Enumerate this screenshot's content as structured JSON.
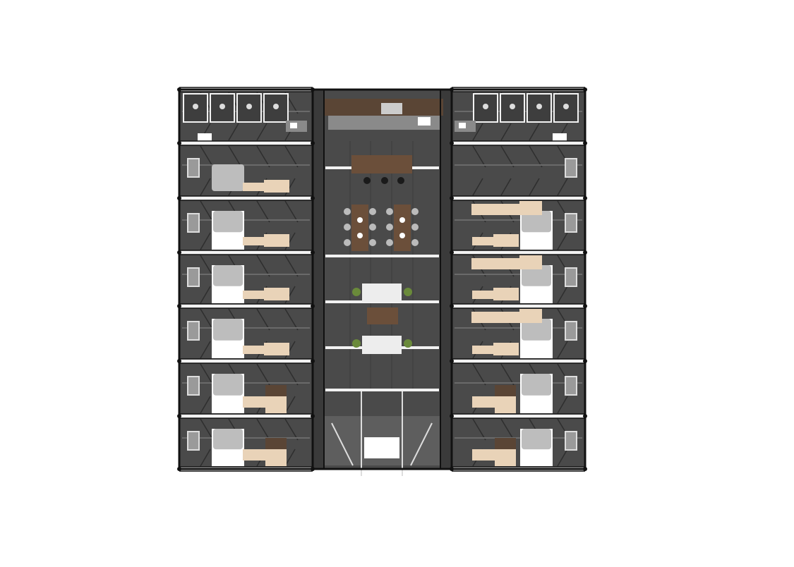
{
  "colors": {
    "background": "#ffffff",
    "floor": "#4a4a4a",
    "floor_light": "#5a5a5a",
    "wall": "#f2f2f2",
    "frame": "#111111",
    "bed_sheet": "#ffffff",
    "blanket": "#bdbdbd",
    "desk_wood": "#e9d3b8",
    "dark_wood": "#5a4535",
    "table_wood": "#6b4f3a",
    "sofa": "#ededed",
    "plant": "#6a8a3a",
    "kitchen_counter": "#8a8a8a"
  },
  "plan": {
    "left_wing_rooms": [
      {
        "type": "bathroom"
      },
      {
        "type": "bedroom",
        "variant": "desk-only"
      },
      {
        "type": "bedroom",
        "variant": "standard"
      },
      {
        "type": "bedroom",
        "variant": "standard"
      },
      {
        "type": "bedroom",
        "variant": "standard"
      },
      {
        "type": "bedroom",
        "variant": "desk-corner"
      },
      {
        "type": "bedroom",
        "variant": "desk-corner"
      }
    ],
    "center_zones": [
      {
        "type": "kitchen"
      },
      {
        "type": "dining-island"
      },
      {
        "type": "dining-tables"
      },
      {
        "type": "lounge"
      },
      {
        "type": "stair-entrance"
      }
    ],
    "right_wing_rooms": [
      {
        "type": "bathroom"
      },
      {
        "type": "bedroom",
        "variant": "empty"
      },
      {
        "type": "bedroom",
        "variant": "standard"
      },
      {
        "type": "bedroom",
        "variant": "standard"
      },
      {
        "type": "bedroom",
        "variant": "standard"
      },
      {
        "type": "bedroom",
        "variant": "desk-corner"
      },
      {
        "type": "bedroom",
        "variant": "desk-corner"
      }
    ]
  }
}
